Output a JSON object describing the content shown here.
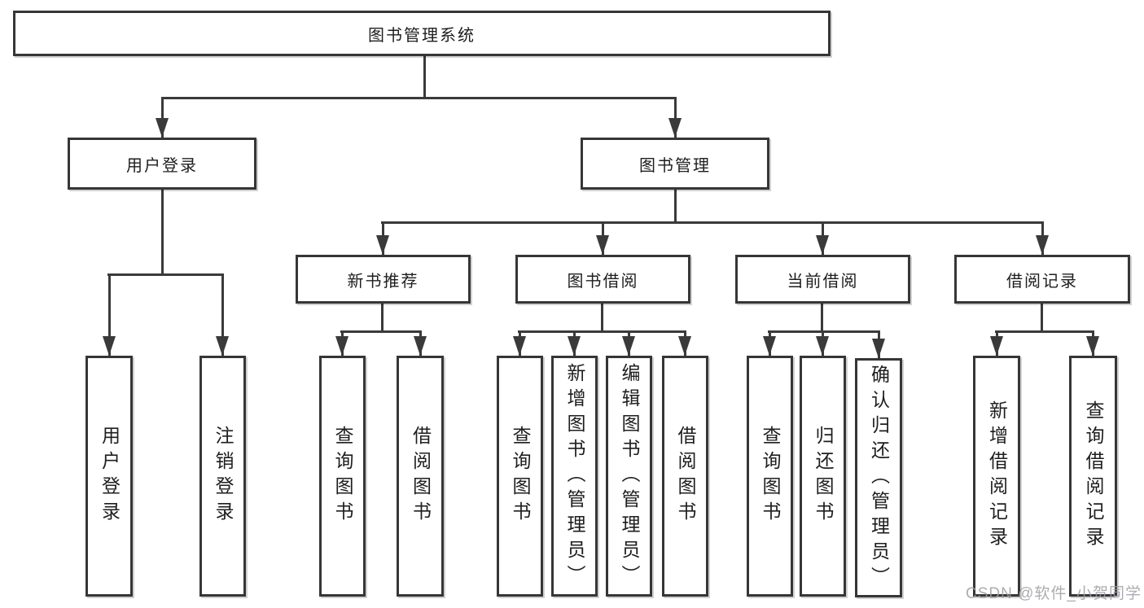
{
  "diagram": {
    "type": "hierarchy-tree",
    "nodes": {
      "root": "图书管理系统",
      "login": "用户登录",
      "mgmt": "图书管理",
      "l3": [
        "新书推荐",
        "图书借阅",
        "当前借阅",
        "借阅记录"
      ],
      "login_children": [
        "用户登录",
        "注销登录"
      ],
      "recommend_children": [
        "查询图书",
        "借阅图书"
      ],
      "borrow_children": [
        "查询图书",
        "新增图书（管理员）",
        "编辑图书（管理员）",
        "借阅图书"
      ],
      "current_children": [
        "查询图书",
        "归还图书",
        "确认归还（管理员）"
      ],
      "record_children": [
        "新增借阅记录",
        "查询借阅记录"
      ]
    },
    "colors": {
      "line": "#3a3a3a",
      "border": "#363636",
      "fill": "#ffffff",
      "text": "#1e1e1e"
    }
  },
  "watermark": {
    "text": "CSDN @软件_小贺同学",
    "color": "#a0a0a6"
  }
}
